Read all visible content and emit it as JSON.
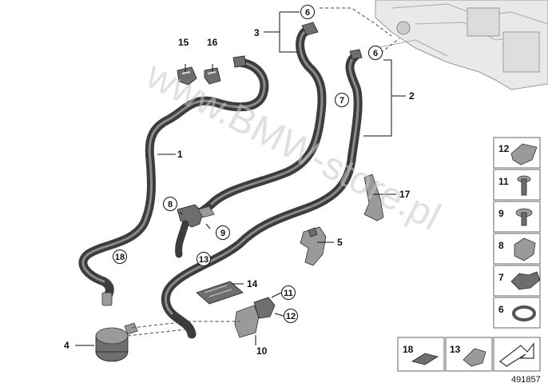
{
  "labels": {
    "l1": "1",
    "l2": "2",
    "l3": "3",
    "l4": "4",
    "l5": "5",
    "l10": "10",
    "l14": "14",
    "l15": "15",
    "l16": "16",
    "l17": "17",
    "c6a": "6",
    "c6b": "6",
    "c7": "7",
    "c8": "8",
    "c9": "9",
    "c11": "11",
    "c12": "12",
    "c13": "13",
    "c18": "18"
  },
  "legend": {
    "r12": "12",
    "r11": "11",
    "r9": "9",
    "r8": "8",
    "r7": "7",
    "r6": "6",
    "b18": "18",
    "b13": "13"
  },
  "watermark": "www.BMW-store.pl",
  "diagram_id": "491857"
}
